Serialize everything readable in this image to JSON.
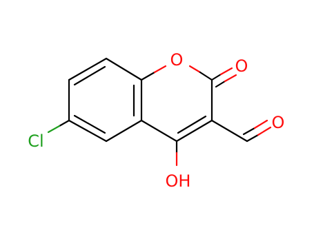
{
  "atoms": {
    "ring_oxygen": "O",
    "carbonyl_oxygen": "O",
    "aldehyde_oxygen": "O",
    "hydroxyl": "OH",
    "chlorine": "Cl"
  },
  "colors": {
    "bond": "#000000",
    "oxygen": "#ff0d0d",
    "chlorine": "#1fa01f",
    "background": "#ffffff"
  }
}
